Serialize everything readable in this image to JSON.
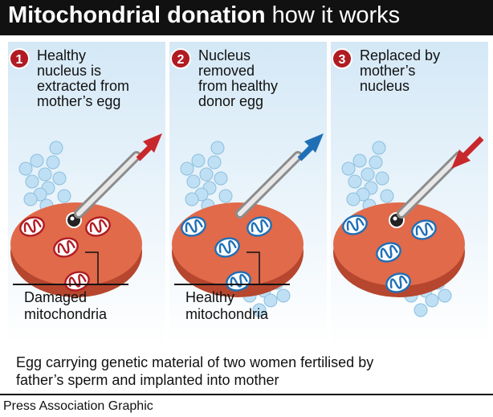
{
  "header": {
    "title_bold": "Mitochondrial donation",
    "title_rest": " how it works"
  },
  "steps": [
    {
      "number": "1",
      "lines": [
        "Healthy",
        "nucleus is",
        "extracted from",
        "mother’s egg"
      ],
      "label": [
        "Damaged",
        "mitochondria"
      ],
      "arrow": "out"
    },
    {
      "number": "2",
      "lines": [
        "Nucleus",
        "removed",
        "from healthy",
        "donor egg"
      ],
      "label": [
        "Healthy",
        "mitochondria"
      ],
      "arrow": "out"
    },
    {
      "number": "3",
      "lines": [
        "Replaced by",
        "mother’s",
        "nucleus"
      ],
      "label": [],
      "arrow": "in"
    }
  ],
  "caption": [
    "Egg carrying genetic material of two women fertilised by",
    "father’s sperm and implanted into mother"
  ],
  "credit": "Press Association Graphic",
  "colors": {
    "header_bg": "#111111",
    "panel_bg_top": "#d4e8f6",
    "egg": "#e06a4a",
    "egg_rim": "#b6462e",
    "damaged_mito": "#b01c22",
    "healthy_mito": "#1f6fb6",
    "arrow_out_red": "#c8282c",
    "arrow_out_blue": "#1f6fb6",
    "arrow_in": "#c8282c",
    "step_badge": "#b01c22"
  }
}
